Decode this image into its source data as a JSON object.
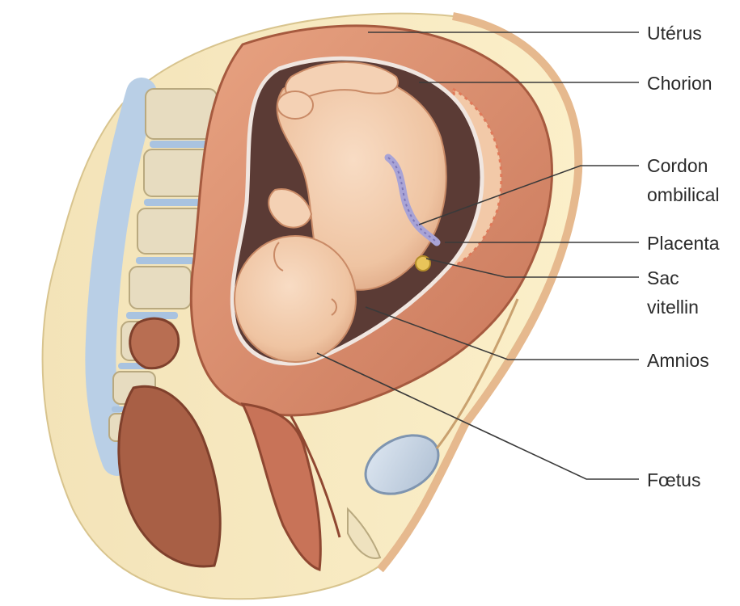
{
  "labels": {
    "uterus": "Utérus",
    "chorion": "Chorion",
    "cordon_line1": "Cordon",
    "cordon_line2": "ombilical",
    "placenta": "Placenta",
    "sac_line1": "Sac",
    "sac_line2": "vitellin",
    "amnios": "Amnios",
    "foetus": "Fœtus"
  }
}
